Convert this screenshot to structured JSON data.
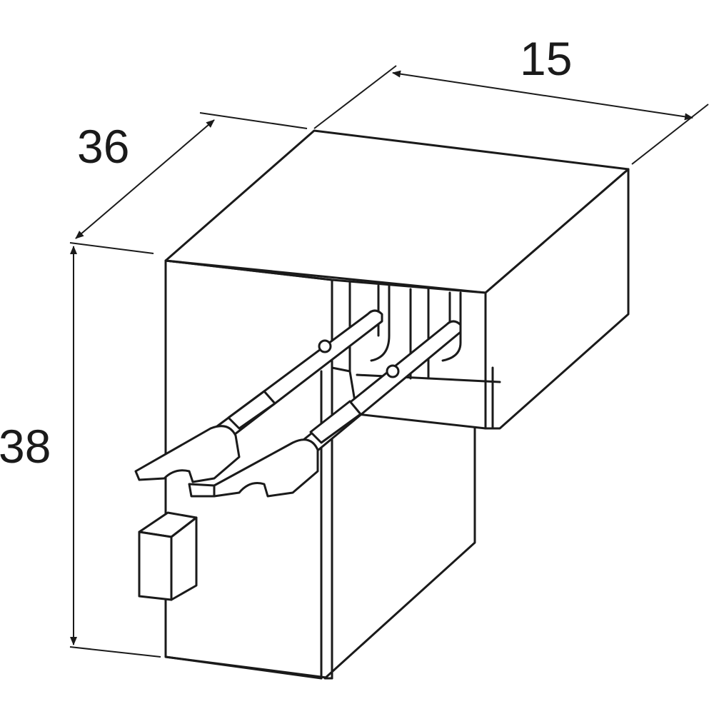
{
  "dimensions": {
    "width_label": "15",
    "depth_label": "36",
    "height_label": "38"
  }
}
